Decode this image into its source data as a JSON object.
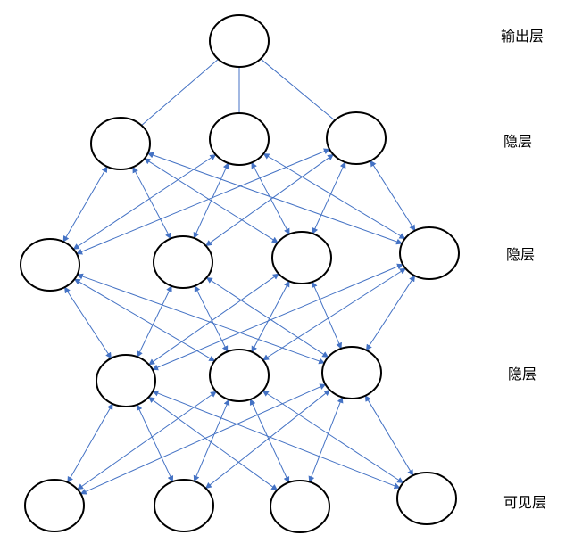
{
  "diagram": {
    "title": "Deep belief network layers",
    "edge_color": "#4472C4",
    "node_stroke": "#000000",
    "layers": [
      {
        "id": "output",
        "label": "输出层",
        "nodes": 1,
        "connection_to_next": "undirected"
      },
      {
        "id": "hidden3",
        "label": "隐层",
        "nodes": 3,
        "connection_to_next": "bidirectional"
      },
      {
        "id": "hidden2",
        "label": "隐层",
        "nodes": 4,
        "connection_to_next": "bidirectional"
      },
      {
        "id": "hidden1",
        "label": "隐层",
        "nodes": 3,
        "connection_to_next": "bidirectional"
      },
      {
        "id": "visible",
        "label": "可见层",
        "nodes": 4
      }
    ]
  }
}
